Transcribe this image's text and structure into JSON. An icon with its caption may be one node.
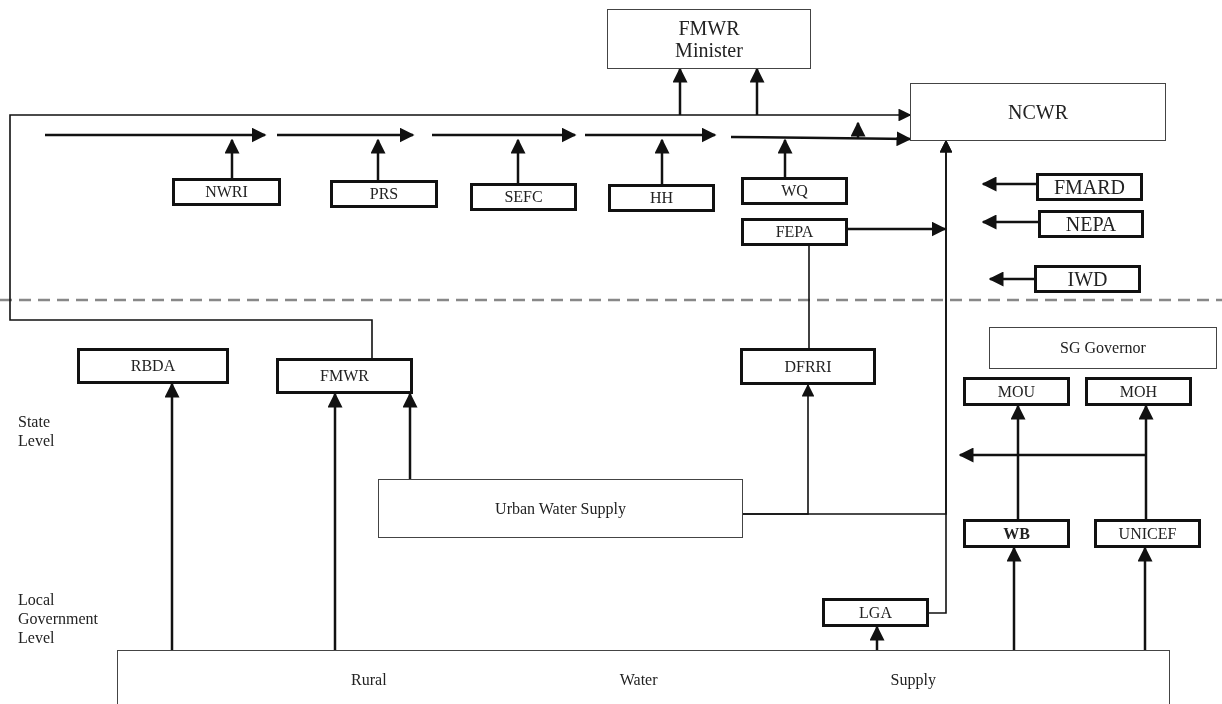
{
  "diagram": {
    "nodes": [
      {
        "text": [
          "FMWR Minister"
        ]
      },
      {
        "text": [
          "NCWR"
        ]
      },
      {
        "text": [
          "NWRI"
        ]
      },
      {
        "text": [
          "PRS"
        ]
      },
      {
        "text": [
          "SEFC"
        ]
      },
      {
        "text": [
          "HH"
        ]
      },
      {
        "text": [
          "WQ"
        ]
      },
      {
        "text": [
          "FEPA"
        ]
      },
      {
        "text": [
          "FMARD"
        ]
      },
      {
        "text": [
          "NEPA"
        ]
      },
      {
        "text": [
          "IWD"
        ]
      },
      {
        "text": [
          "RBDA"
        ]
      },
      {
        "text": [
          "FMWR"
        ]
      },
      {
        "text": [
          "DFRRI"
        ]
      },
      {
        "text": [
          "SG Governor"
        ]
      },
      {
        "text": [
          "MOU"
        ]
      },
      {
        "text": [
          "MOH"
        ]
      },
      {
        "text": [
          "Urban Water Supply"
        ]
      },
      {
        "text": [
          "WB"
        ]
      },
      {
        "text": [
          "UNICEF"
        ]
      },
      {
        "text": [
          "LGA"
        ]
      },
      {
        "text": [
          "Rural",
          "Water",
          "Supply"
        ]
      }
    ],
    "edges": [
      {
        "from": 12,
        "to": 1,
        "arrow": "to"
      },
      {
        "from": null,
        "to": 0,
        "arrow": "to"
      },
      {
        "from": null,
        "to": 0,
        "arrow": "to"
      },
      {
        "from": 2,
        "to": null,
        "arrow": "to"
      },
      {
        "from": 3,
        "to": null,
        "arrow": "to"
      },
      {
        "from": 4,
        "to": null,
        "arrow": "to"
      },
      {
        "from": 5,
        "to": null,
        "arrow": "to"
      },
      {
        "from": 6,
        "to": null,
        "arrow": "to"
      },
      {
        "from": null,
        "to": 1,
        "arrow": "to"
      },
      {
        "from": 7,
        "to": null,
        "arrow": "to"
      },
      {
        "from": 8,
        "to": null,
        "arrow": "to"
      },
      {
        "from": 9,
        "to": null,
        "arrow": "to"
      },
      {
        "from": 10,
        "to": null,
        "arrow": "to"
      },
      {
        "from": 7,
        "to": 13,
        "arrow": "none"
      },
      {
        "from": 17,
        "to": 1,
        "arrow": "to"
      },
      {
        "from": 17,
        "to": 13,
        "arrow": "to"
      },
      {
        "from": 20,
        "to": 1,
        "arrow": "to"
      },
      {
        "from": 17,
        "to": 12,
        "arrow": "to"
      },
      {
        "from": 21,
        "to": 11,
        "arrow": "to"
      },
      {
        "from": 21,
        "to": 12,
        "arrow": "to"
      },
      {
        "from": 21,
        "to": 20,
        "arrow": "to"
      },
      {
        "from": 21,
        "to": 18,
        "arrow": "to"
      },
      {
        "from": 21,
        "to": 19,
        "arrow": "to"
      },
      {
        "from": 18,
        "to": 15,
        "arrow": "to"
      },
      {
        "from": 19,
        "to": 16,
        "arrow": "to"
      }
    ],
    "labels": [
      "State Level",
      "Local Government Level"
    ]
  }
}
